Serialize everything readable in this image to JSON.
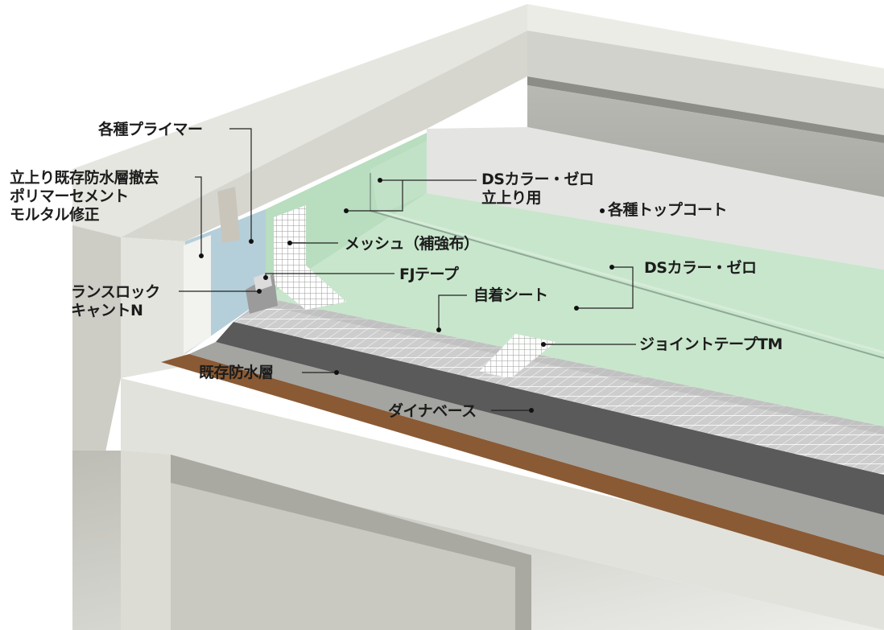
{
  "labels": {
    "primer": "各種プライマー",
    "removal": [
      "立上り既存防水層撤去",
      "ポリマーセメント",
      "モルタル修正"
    ],
    "ds_up": [
      "DSカラー・ゼロ",
      "立上り用"
    ],
    "topcoat": "各種トップコート",
    "mesh": "メッシュ（補強布）",
    "ds": "DSカラー・ゼロ",
    "fj": "FJテープ",
    "selfsheet": "自着シート",
    "lanslock": [
      "ランスロック",
      "キャントN"
    ],
    "joint": "ジョイントテープTM",
    "existing": "既存防水層",
    "dynabase": "ダイナベース"
  },
  "colors": {
    "concrete": "#d9d9d2",
    "green_coat": "#c8e6cc",
    "grid_sheet": "#c8c8c8",
    "dark_band": "#5a5a5a",
    "brown_band": "#8a5a34",
    "leader": "#222222"
  }
}
